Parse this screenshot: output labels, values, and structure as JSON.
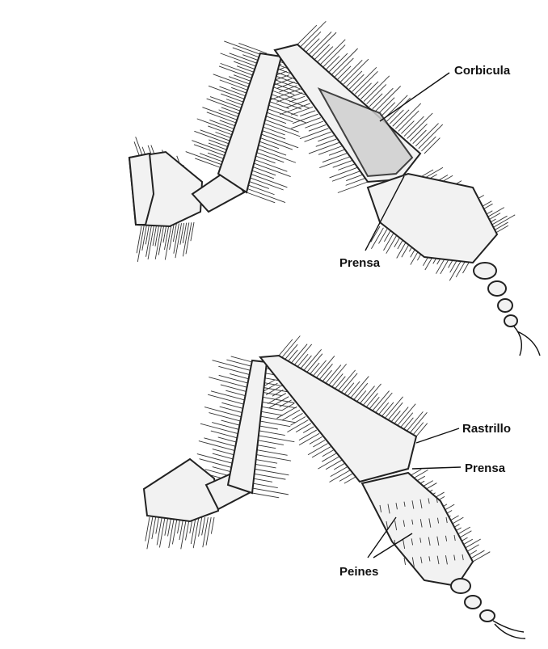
{
  "labels": {
    "upper": {
      "corbicula": "Corbicula",
      "prensa": "Prensa"
    },
    "lower": {
      "rastrillo": "Rastrillo",
      "prensa": "Prensa",
      "peines": "Peines"
    }
  },
  "colors": {
    "ink": "#222222",
    "paper": "#ffffff",
    "shade": "#cfcfcf"
  }
}
